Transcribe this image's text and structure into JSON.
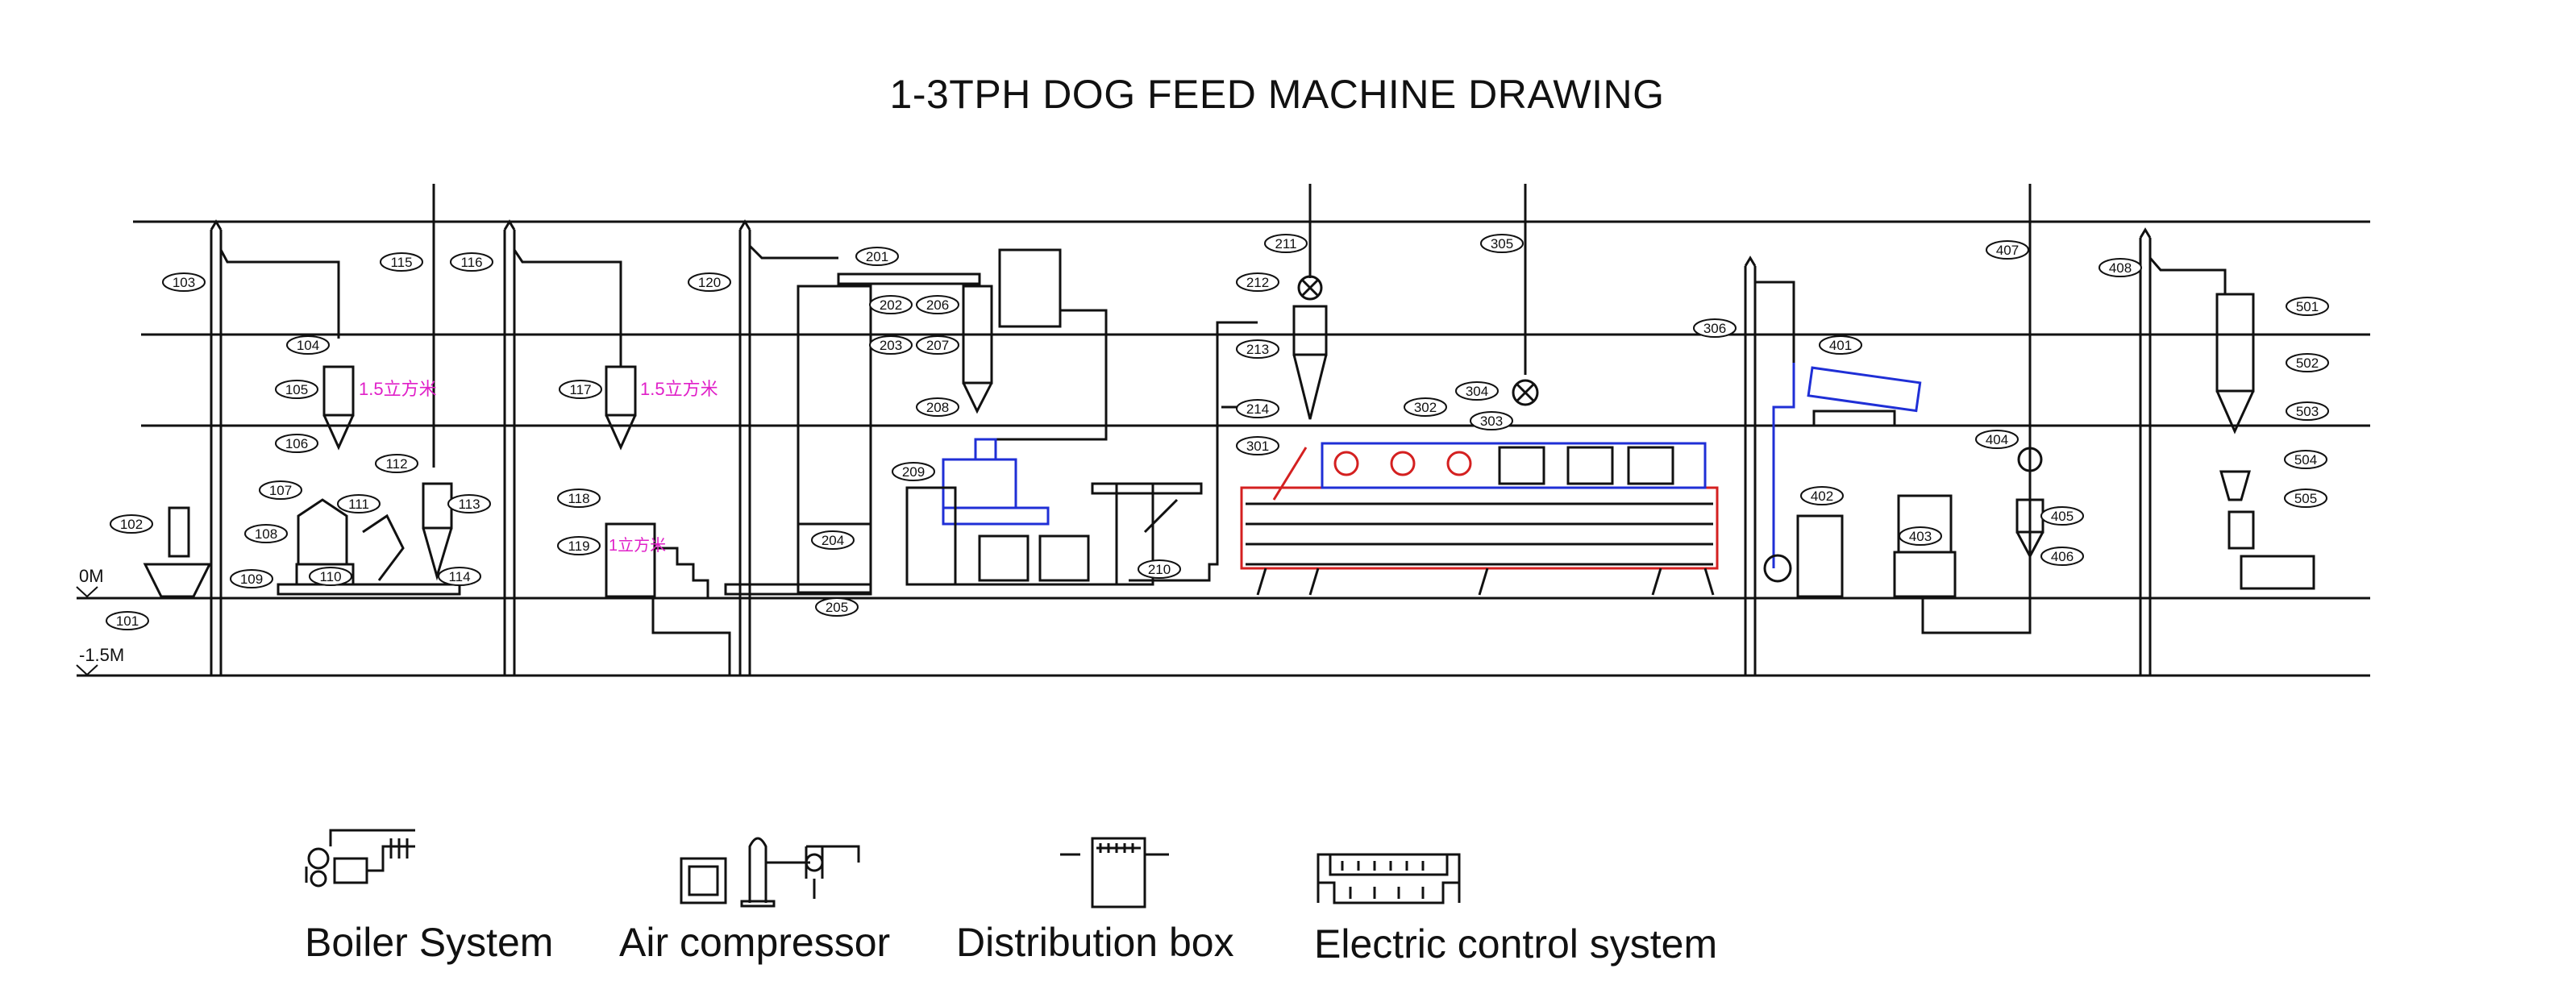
{
  "title": "1-3TPH DOG FEED MACHINE DRAWING",
  "levels": {
    "ground": "0M",
    "pit": "-1.5M"
  },
  "tank_notes": [
    "1.5立方米",
    "1.5立方米",
    "1立方米"
  ],
  "callouts": [
    "101",
    "102",
    "103",
    "104",
    "105",
    "106",
    "107",
    "108",
    "109",
    "110",
    "111",
    "112",
    "113",
    "114",
    "115",
    "116",
    "117",
    "118",
    "119",
    "120",
    "201",
    "202",
    "203",
    "204",
    "205",
    "206",
    "207",
    "208",
    "209",
    "210",
    "211",
    "212",
    "213",
    "214",
    "301",
    "302",
    "303",
    "304",
    "305",
    "306",
    "401",
    "402",
    "403",
    "404",
    "405",
    "406",
    "407",
    "408",
    "501",
    "502",
    "503",
    "504",
    "505"
  ],
  "legend": {
    "boiler": "Boiler System",
    "air": "Air compressor",
    "dist": "Distribution box",
    "electric": "Electric control system"
  },
  "colors": {
    "line": "#111111",
    "blue": "#1f2fd6",
    "red": "#d42020",
    "magenta": "#e020c8",
    "green": "#22b14c"
  }
}
